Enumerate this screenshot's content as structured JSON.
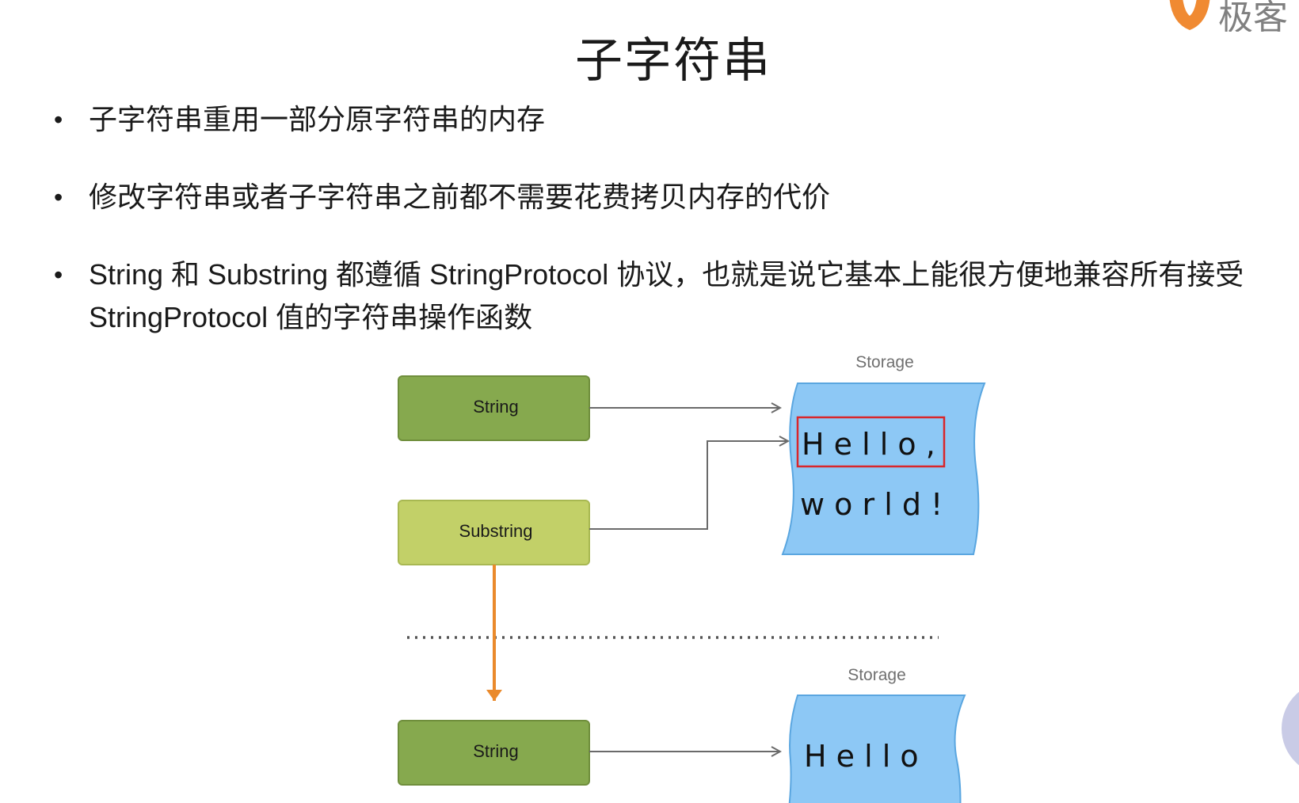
{
  "slide": {
    "title": "子字符串",
    "logo_text": "极客"
  },
  "bullets": [
    {
      "text": "子字符串重用一部分原字符串的内存"
    },
    {
      "text": "修改字符串或者子字符串之前都不需要花费拷贝内存的代价"
    },
    {
      "text": "String 和 Substring 都遵循 StringProtocol 协议，也就是说它基本上能很方便地兼容所有接受 StringProtocol 值的字符串操作函数"
    }
  ],
  "bullet_symbol": "•",
  "diagram": {
    "top": {
      "string_label": "String",
      "substring_label": "Substring",
      "storage_label": "Storage",
      "storage_line1": "H e l l o ,",
      "storage_line2": "w o r l d !"
    },
    "bottom": {
      "string_label": "String",
      "storage_label": "Storage",
      "storage_line1": "H e l l o"
    }
  },
  "colors": {
    "string_box": "#86a94e",
    "substring_box": "#c2d068",
    "storage_fill": "#8dc8f5",
    "highlight_border": "#d9262b",
    "conversion_arrow": "#ea8a2c",
    "connector": "#6a6a6a",
    "logo_orange": "#f08a32"
  }
}
